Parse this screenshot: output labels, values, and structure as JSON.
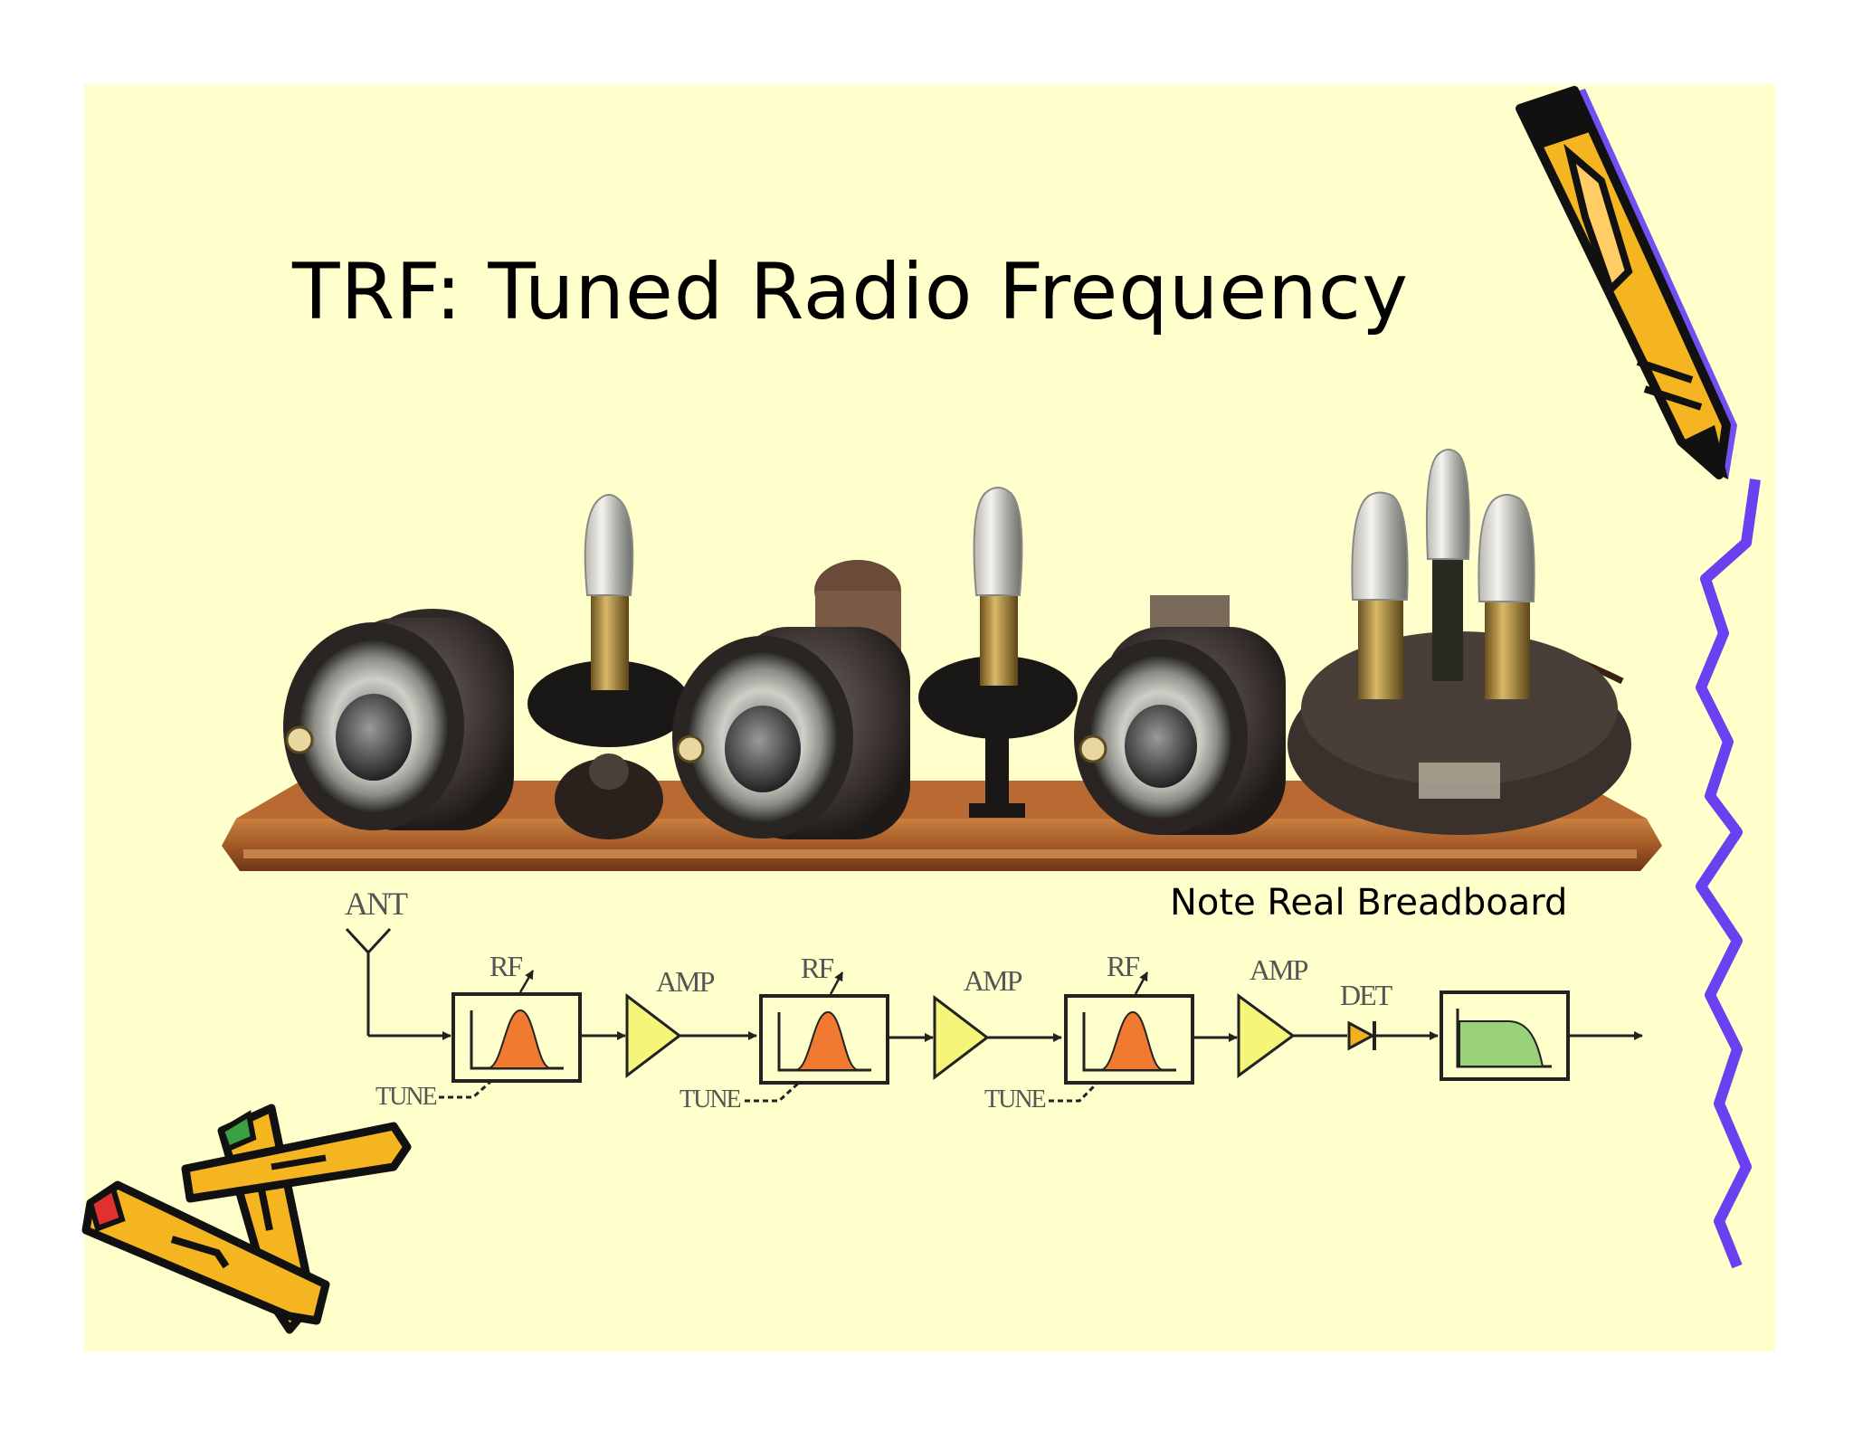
{
  "slide": {
    "title": "TRF: Tuned Radio Frequency",
    "caption": "Note Real Breadboard"
  },
  "diagram": {
    "antenna_label": "ANT",
    "stages": [
      {
        "filter_label": "RF",
        "amp_label": "AMP",
        "tune_label": "TUNE"
      },
      {
        "filter_label": "RF",
        "amp_label": "AMP",
        "tune_label": "TUNE"
      },
      {
        "filter_label": "RF",
        "amp_label": "AMP",
        "tune_label": "TUNE"
      }
    ],
    "detector_label": "DET"
  },
  "colors": {
    "background": "#ffffcc",
    "rf_curve": "#f07a30",
    "amp_fill": "#f5f57a",
    "detector_fill": "#f0b020",
    "output_curve": "#99d27a",
    "crayon_yellow": "#f5b520",
    "crayon_purple": "#7050f0",
    "squiggle": "#6a40f0",
    "wood": "#a0582a"
  },
  "icons": [
    "radio-photo",
    "antenna-icon",
    "filter-icon",
    "amplifier-icon",
    "diode-icon",
    "crayon-icon"
  ]
}
